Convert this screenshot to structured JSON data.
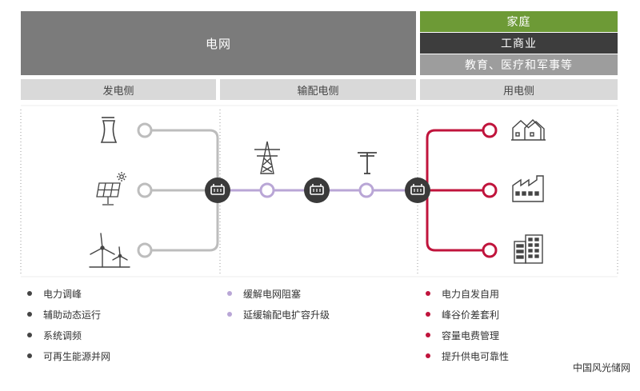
{
  "header": {
    "grid": "电网",
    "user_types": [
      "家庭",
      "工商业",
      "教育、医疗和军事等"
    ]
  },
  "sections": {
    "generation": "发电侧",
    "transmission": "输配电侧",
    "consumption": "用电侧"
  },
  "colors": {
    "generation": "#bdbdbd",
    "transmission": "#b9a6d6",
    "consumption": "#c0143c",
    "node_dark": "#3a3a3a",
    "home": "#6d9a36",
    "commercial": "#3d3d3d",
    "public": "#9d9d9d"
  },
  "icons": {
    "generation": [
      "cooling-tower-icon",
      "solar-panel-icon",
      "wind-turbine-icon"
    ],
    "transmission": [
      "transmission-tower-icon",
      "utility-pole-icon"
    ],
    "consumption": [
      "houses-icon",
      "factory-icon",
      "office-building-icon"
    ],
    "storage": "battery-storage-icon"
  },
  "lists": {
    "generation": [
      "电力调峰",
      "辅助动态运行",
      "系统调频",
      "可再生能源并网"
    ],
    "transmission": [
      "缓解电网阻塞",
      "延缓输配电扩容升级"
    ],
    "consumption": [
      "电力自发自用",
      "峰谷价差套利",
      "容量电费管理",
      "提升供电可靠性"
    ]
  },
  "watermark": "中国风光储网"
}
